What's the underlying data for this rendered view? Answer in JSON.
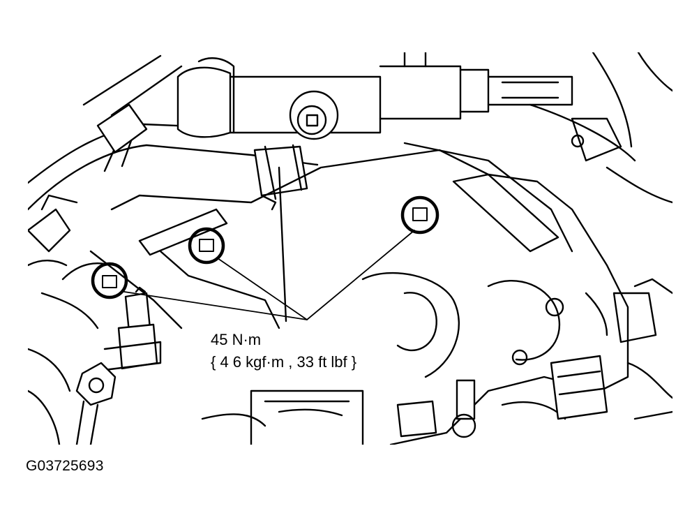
{
  "diagram": {
    "torque": {
      "primary": "45 N·m",
      "secondary": "{ 4 6 kgf·m , 33 ft lbf }"
    },
    "figure_id": "G03725693",
    "callout_targets": [
      "bolt",
      "bolt",
      "bolt"
    ],
    "colors": {
      "line": "#000000",
      "background": "#ffffff"
    }
  }
}
